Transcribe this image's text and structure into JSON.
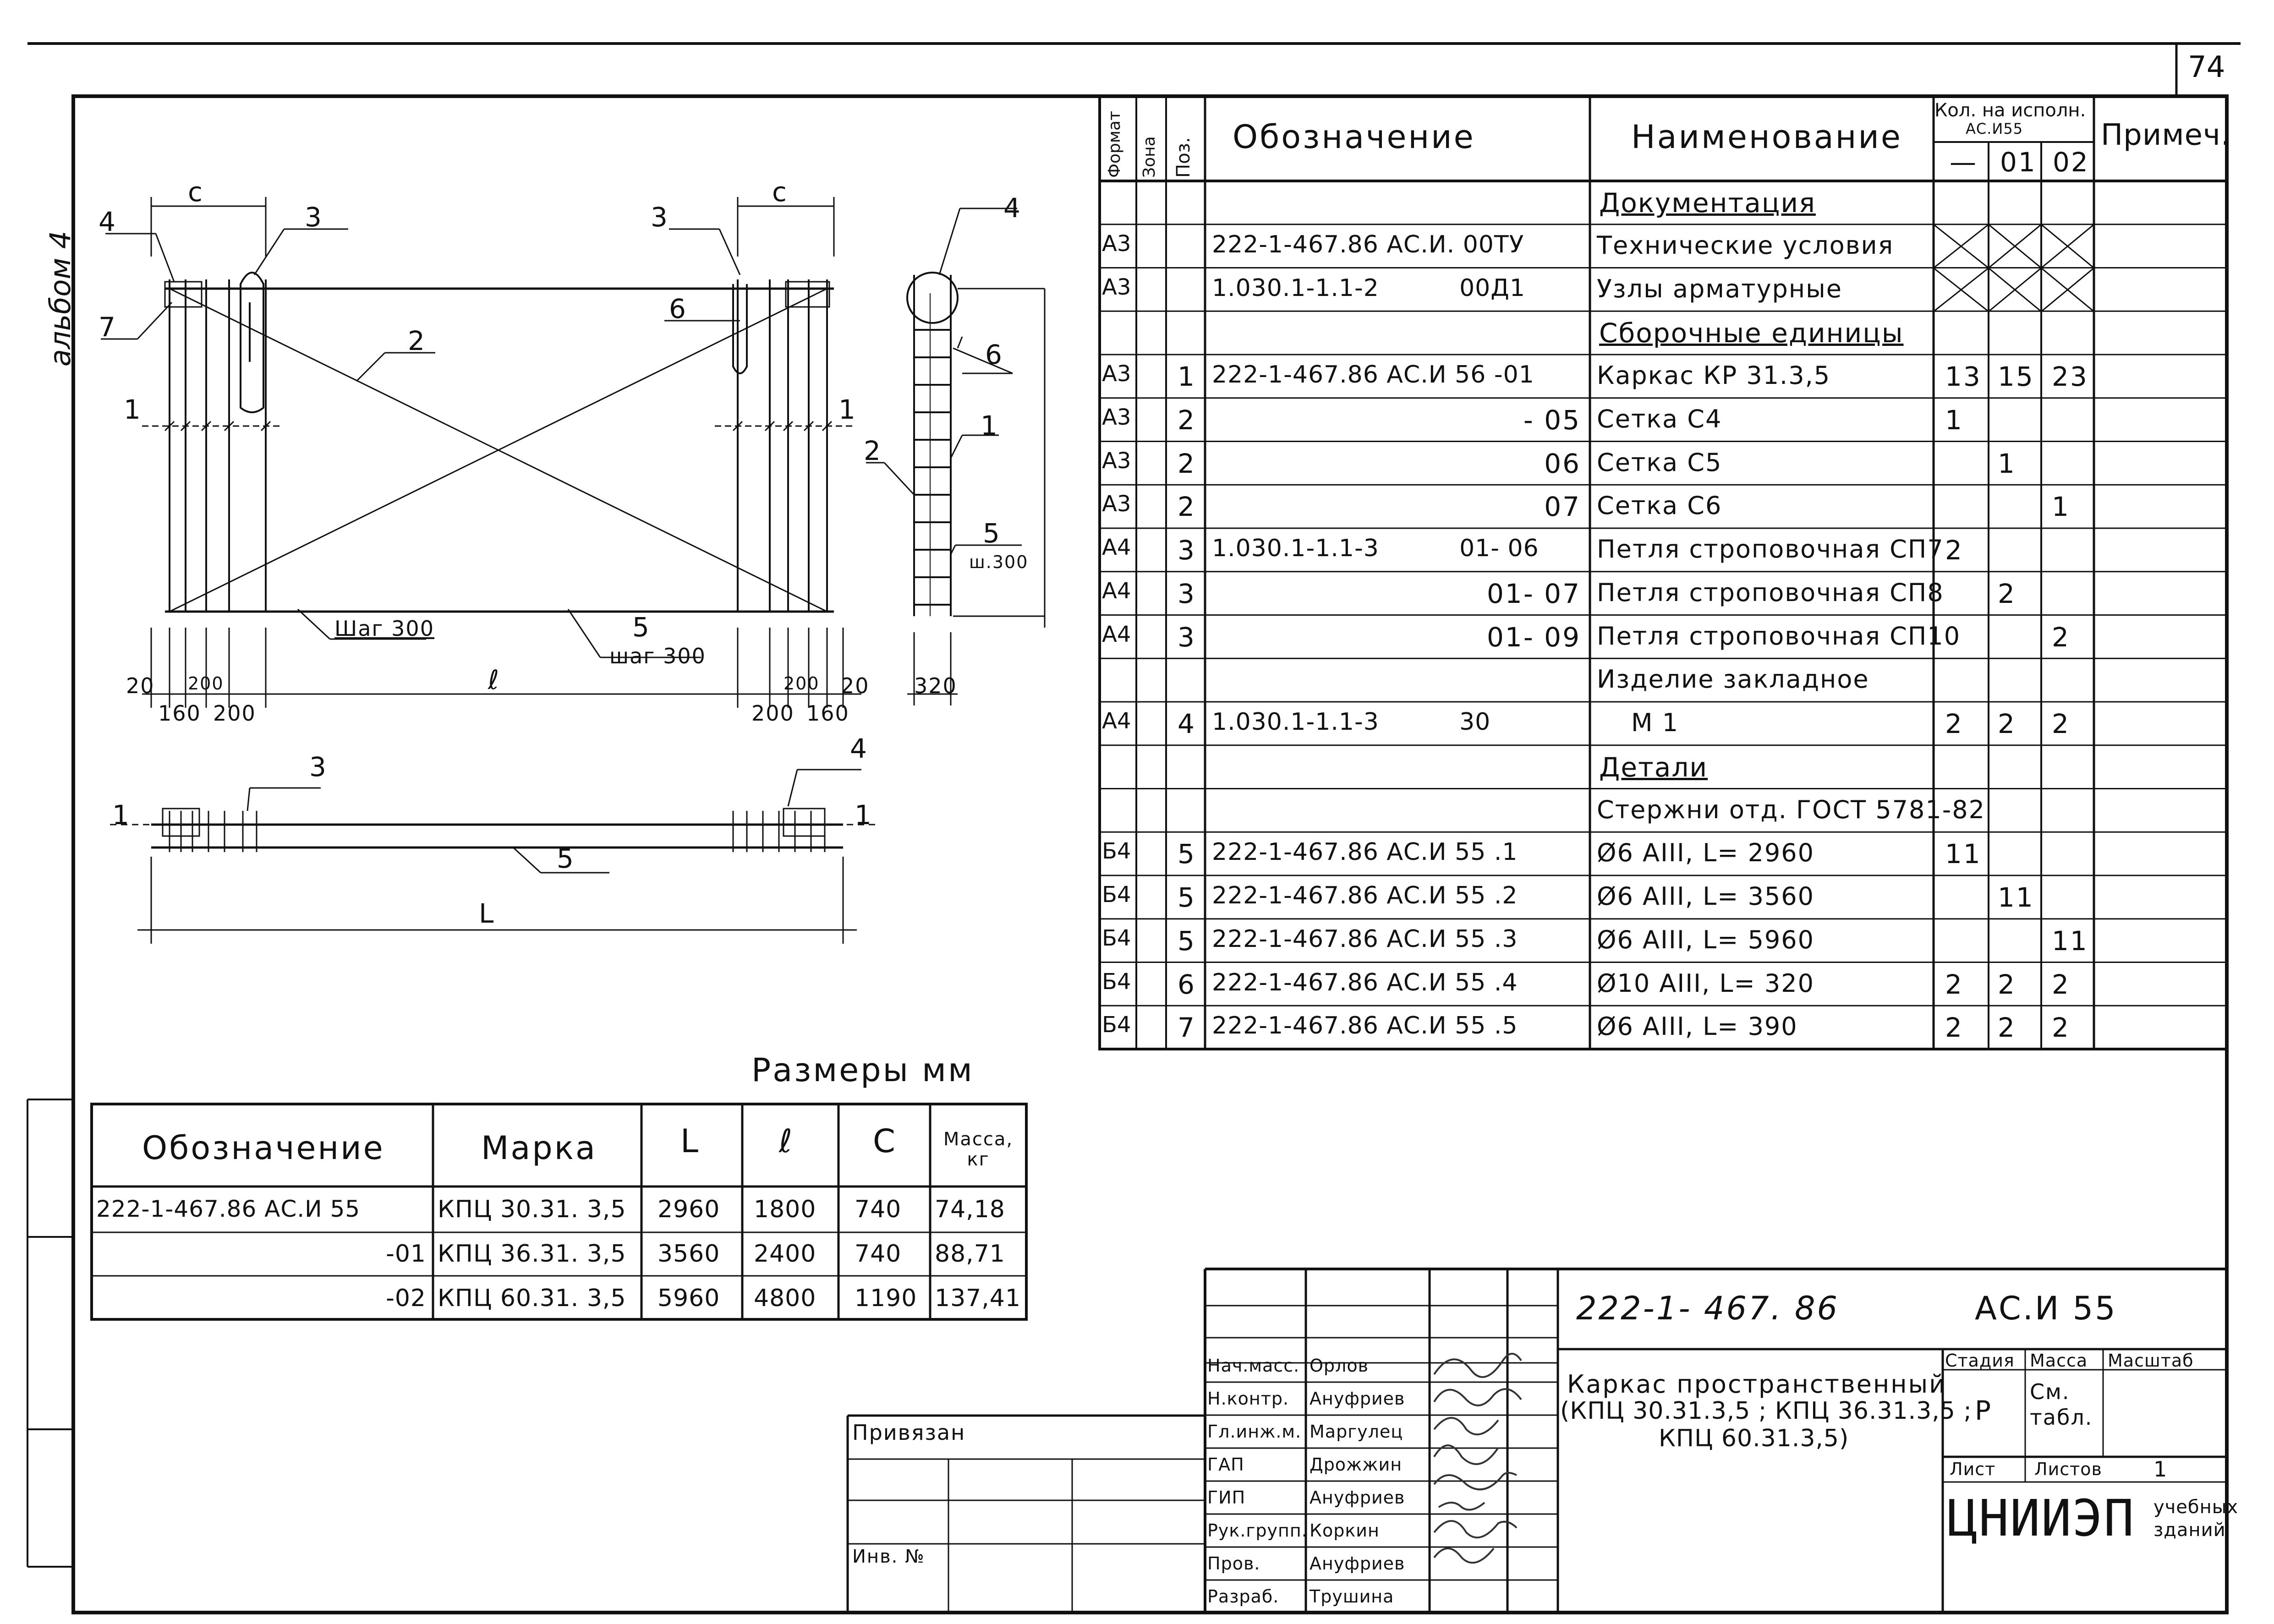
{
  "sheet_number": "74",
  "album_label": "альбом 4",
  "spec_table": {
    "headers": {
      "format": "Формат",
      "zone": "Зона",
      "pos": "Поз.",
      "designation": "Обозначение",
      "name": "Наименование",
      "qty_top": "Кол. на исполн.",
      "qty_sub": "АС.И55",
      "qty_cols": [
        "—",
        "01",
        "02"
      ],
      "note": "Примеч."
    },
    "rows": [
      {
        "format": "",
        "pos": "",
        "designation": "",
        "name": "Документация",
        "q0": "",
        "q1": "",
        "q2": ""
      },
      {
        "format": "А3",
        "pos": "",
        "designation": "222-1-467.86 АС.И. 00ТУ",
        "name": "Технические условия",
        "q0": "",
        "q1": "",
        "q2": ""
      },
      {
        "format": "А3",
        "pos": "",
        "designation": "1.030.1-1.1-2          00Д1",
        "name": "Узлы арматурные",
        "q0": "",
        "q1": "",
        "q2": ""
      },
      {
        "format": "",
        "pos": "",
        "designation": "",
        "name": "Сборочные единицы",
        "q0": "",
        "q1": "",
        "q2": ""
      },
      {
        "format": "А3",
        "pos": "1",
        "designation": "222-1-467.86 АС.И 56 -01",
        "name": "Каркас  КР 31.3,5",
        "q0": "13",
        "q1": "15",
        "q2": "23"
      },
      {
        "format": "А3",
        "pos": "2",
        "designation": "- 05",
        "name": "Сетка  С4",
        "q0": "1",
        "q1": "",
        "q2": ""
      },
      {
        "format": "А3",
        "pos": "2",
        "designation": "06",
        "name": "Сетка  С5",
        "q0": "",
        "q1": "1",
        "q2": ""
      },
      {
        "format": "А3",
        "pos": "2",
        "designation": "07",
        "name": "Сетка  С6",
        "q0": "",
        "q1": "",
        "q2": "1"
      },
      {
        "format": "А4",
        "pos": "3",
        "designation": "1.030.1-1.1-3          01- 06",
        "name": "Петля строповочная  СП7",
        "q0": "2",
        "q1": "",
        "q2": ""
      },
      {
        "format": "А4",
        "pos": "3",
        "designation": "01- 07",
        "name": "Петля строповочная  СП8",
        "q0": "",
        "q1": "2",
        "q2": ""
      },
      {
        "format": "А4",
        "pos": "3",
        "designation": "01- 09",
        "name": "Петля строповочная  СП10",
        "q0": "",
        "q1": "",
        "q2": "2"
      },
      {
        "format": "",
        "pos": "",
        "designation": "",
        "name": "Изделие закладное",
        "q0": "",
        "q1": "",
        "q2": ""
      },
      {
        "format": "А4",
        "pos": "4",
        "designation": "1.030.1-1.1-3          30",
        "name": "М 1",
        "q0": "2",
        "q1": "2",
        "q2": "2"
      },
      {
        "format": "",
        "pos": "",
        "designation": "",
        "name": "Детали",
        "q0": "",
        "q1": "",
        "q2": ""
      },
      {
        "format": "",
        "pos": "",
        "designation": "",
        "name": "Стержни отд. ГОСТ 5781-82",
        "q0": "",
        "q1": "",
        "q2": ""
      },
      {
        "format": "Б4",
        "pos": "5",
        "designation": "222-1-467.86 АС.И 55 .1",
        "name": "Ø6 АIII,  L= 2960",
        "q0": "11",
        "q1": "",
        "q2": ""
      },
      {
        "format": "Б4",
        "pos": "5",
        "designation": "222-1-467.86 АС.И 55 .2",
        "name": "Ø6 АIII,  L= 3560",
        "q0": "",
        "q1": "11",
        "q2": ""
      },
      {
        "format": "Б4",
        "pos": "5",
        "designation": "222-1-467.86 АС.И 55 .3",
        "name": "Ø6 АIII,  L= 5960",
        "q0": "",
        "q1": "",
        "q2": "11"
      },
      {
        "format": "Б4",
        "pos": "6",
        "designation": "222-1-467.86 АС.И 55 .4",
        "name": "Ø10 АIII,  L= 320",
        "q0": "2",
        "q1": "2",
        "q2": "2"
      },
      {
        "format": "Б4",
        "pos": "7",
        "designation": "222-1-467.86 АС.И 55 .5",
        "name": "Ø6 АIII,  L= 390",
        "q0": "2",
        "q1": "2",
        "q2": "2"
      }
    ]
  },
  "drawing_labels": {
    "pos1": "1",
    "pos2": "2",
    "pos3": "3",
    "pos4": "4",
    "pos5": "5",
    "pos6": "6",
    "pos7": "7",
    "dim_c": "c",
    "dim_l_small": "ℓ",
    "dim_L": "L",
    "step_300": "Шаг 300",
    "step_300_2": "шаг 300",
    "side_step": "ш.300",
    "d20": "20",
    "d200": "200",
    "d160": "160",
    "d320": "320"
  },
  "sizes_title": "Размеры мм",
  "sizes_table": {
    "headers": [
      "Обозначение",
      "Марка",
      "L",
      "ℓ",
      "C",
      "Масса, кг"
    ],
    "rows": [
      [
        "222-1-467.86 АС.И 55",
        "КПЦ 30.31. 3,5",
        "2960",
        "1800",
        "740",
        "74,18"
      ],
      [
        "-01",
        "КПЦ 36.31. 3,5",
        "3560",
        "2400",
        "740",
        "88,71"
      ],
      [
        "-02",
        "КПЦ 60.31. 3,5",
        "5960",
        "4800",
        "1190",
        "137,41"
      ]
    ]
  },
  "title_block": {
    "doc_code": "222-1- 467. 86",
    "doc_mark": "АС.И 55",
    "title": "Каркас пространственный",
    "title_line2": "(КПЦ 30.31.3,5 ; КПЦ 36.31.3,5 ;",
    "title_line3": "КПЦ 60.31.3,5)",
    "stage_hdr": "Стадия",
    "mass_hdr": "Масса",
    "scale_hdr": "Масштаб",
    "stage": "Р",
    "mass": "См. табл.",
    "sheet_hdr": "Лист",
    "sheets_hdr": "Листов",
    "sheets": "1",
    "org": "ЦНИИЭП",
    "org_sub": "учебных зданий",
    "linked": "Привязан",
    "inv": "Инв. №",
    "people": [
      {
        "role": "Нач.масс.",
        "name": "Орлов"
      },
      {
        "role": "Н.контр.",
        "name": "Ануфриев"
      },
      {
        "role": "Гл.инж.м.",
        "name": "Маргулец"
      },
      {
        "role": "ГАП",
        "name": "Дрожжин"
      },
      {
        "role": "ГИП",
        "name": "Ануфриев"
      },
      {
        "role": "Рук.групп.",
        "name": "Коркин"
      },
      {
        "role": "Пров.",
        "name": "Ануфриев"
      },
      {
        "role": "Разраб.",
        "name": "Трушина"
      }
    ]
  }
}
